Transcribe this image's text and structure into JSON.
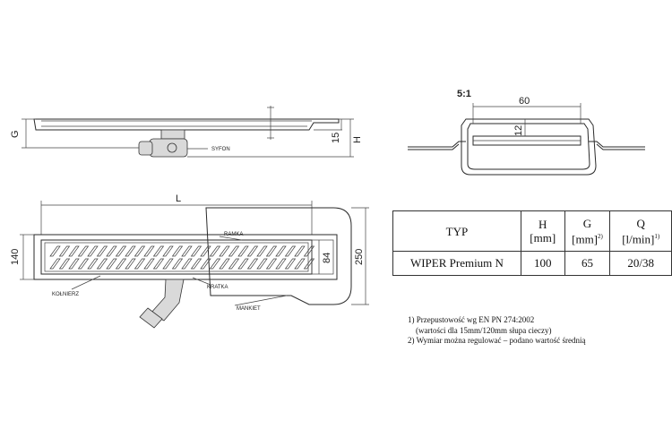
{
  "labels": {
    "scale": "5:1",
    "syfon": "SYFON",
    "ramka": "RAMKA",
    "kratka": "KRATKA",
    "kolnierz": "KOŁNIERZ",
    "manket": "MANKIET"
  },
  "dimensions": {
    "g": "G",
    "h": "H",
    "h15": "15",
    "l": "L",
    "d140": "140",
    "d84": "84",
    "d250": "250",
    "d60": "60",
    "d12": "12"
  },
  "table": {
    "headers": {
      "typ": "TYP",
      "h_name": "H",
      "h_unit": "[mm]",
      "g_name": "G",
      "g_unit": "[mm]",
      "g_sup": "2)",
      "q_name": "Q",
      "q_unit": "[l/min]",
      "q_sup": "1)"
    },
    "row": {
      "typ": "WIPER Premium N",
      "h": "100",
      "g": "65",
      "q": "20/38"
    }
  },
  "notes": {
    "note1": "1) Przepustowość wg EN PN 274:2002",
    "note1b": "(wartości dla 15mm/120mm słupa cieczy)",
    "note2": "2) Wymiar można regulować – podano wartość średnią"
  }
}
